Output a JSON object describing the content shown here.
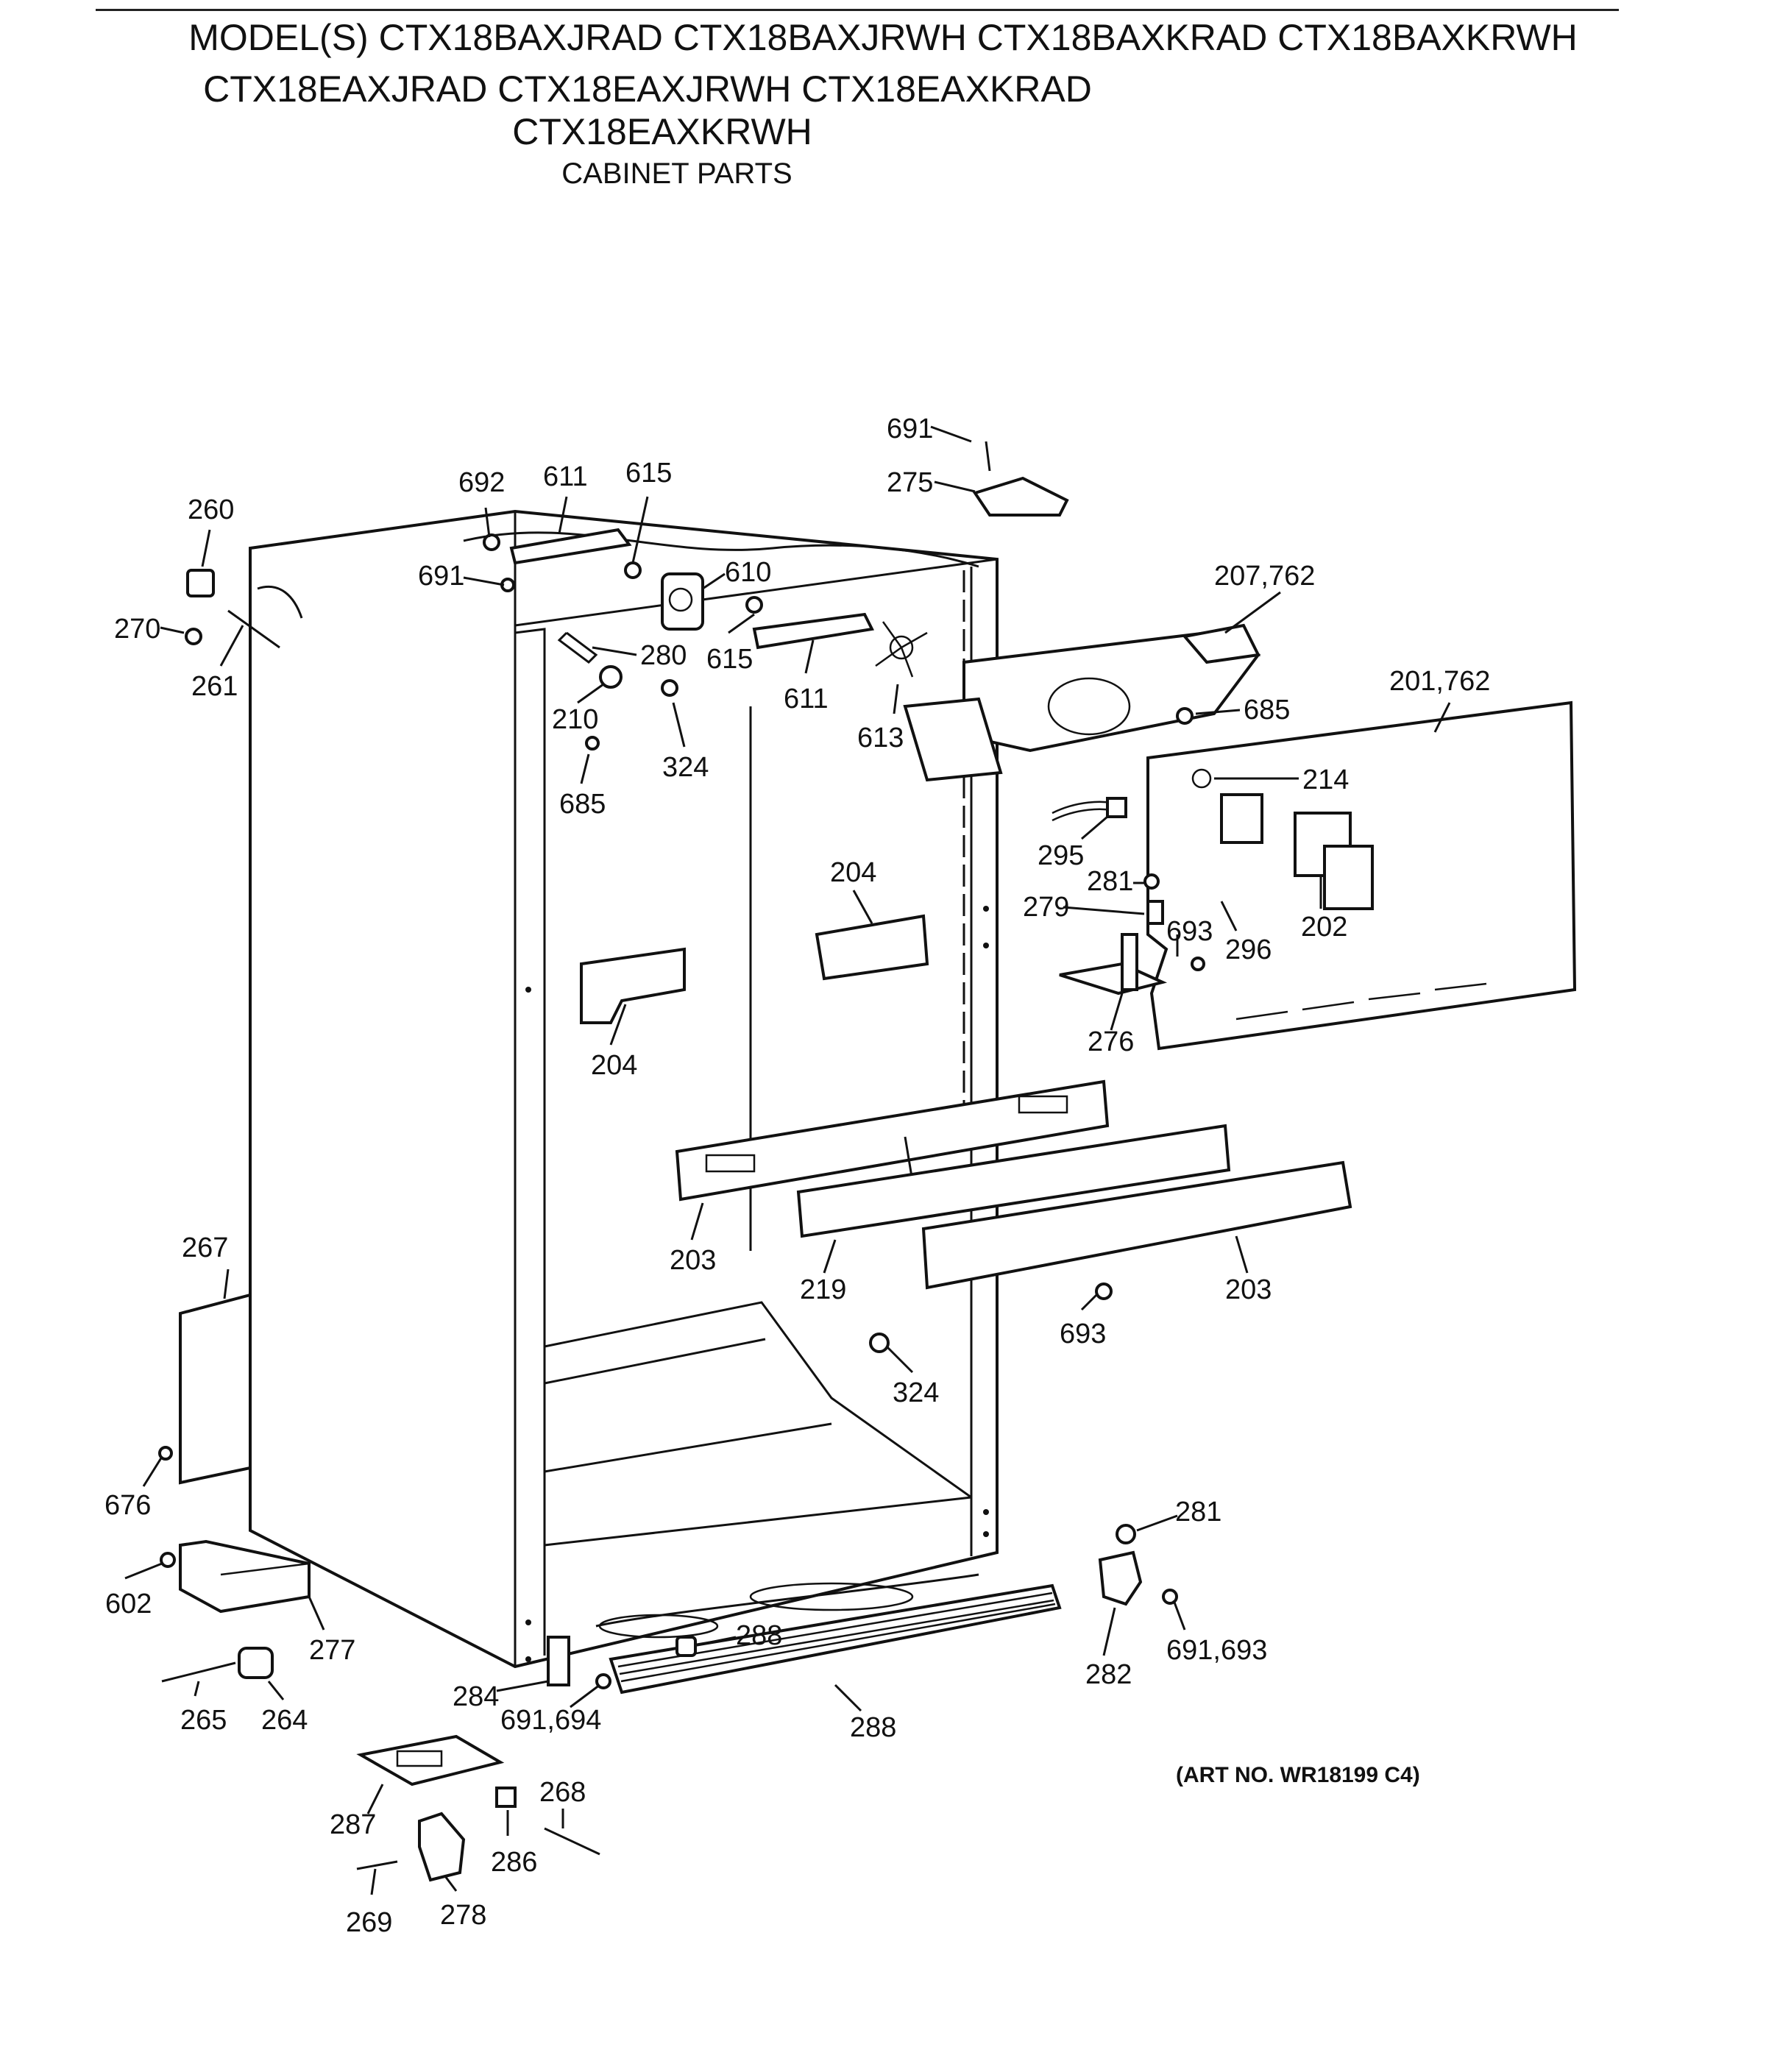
{
  "header": {
    "models_line1": "MODEL(S) CTX18BAXJRAD  CTX18BAXJRWH  CTX18BAXKRAD  CTX18BAXKRWH",
    "models_line2": "CTX18EAXJRAD  CTX18EAXJRWH  CTX18EAXKRAD",
    "models_line3": "CTX18EAXKRWH",
    "section": "CABINET PARTS"
  },
  "art_number": "(ART NO. WR18199 C4)",
  "part_labels": {
    "p691_top": "691",
    "p275": "275",
    "p692": "692",
    "p611_a": "611",
    "p615_a": "615",
    "p260": "260",
    "p691_b": "691",
    "p610": "610",
    "p207_762": "207,762",
    "p270": "270",
    "p280": "280",
    "p615_b": "615",
    "p261": "261",
    "p611_b": "611",
    "p210": "210",
    "p613": "613",
    "p201_762": "201,762",
    "p685_a": "685",
    "p324_a": "324",
    "p685_b": "685",
    "p214": "214",
    "p295": "295",
    "p204_a": "204",
    "p281_a": "281",
    "p279": "279",
    "p693_a": "693",
    "p296": "296",
    "p202": "202",
    "p204_b": "204",
    "p276": "276",
    "p203_a": "203",
    "p219": "219",
    "p203_b": "203",
    "p693_b": "693",
    "p267": "267",
    "p324_b": "324",
    "p676": "676",
    "p281_b": "281",
    "p602": "602",
    "p288_a": "288",
    "p277": "277",
    "p282": "282",
    "p691_693": "691,693",
    "p284": "284",
    "p265": "265",
    "p264": "264",
    "p691_694": "691,694",
    "p288_b": "288",
    "p268": "268",
    "p287": "287",
    "p286": "286",
    "p269": "269",
    "p278": "278"
  }
}
